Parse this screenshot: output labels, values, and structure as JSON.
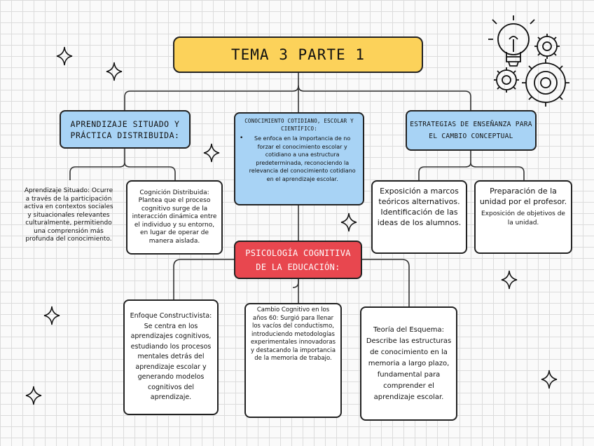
{
  "title": "TEMA 3 PARTE 1",
  "branches": {
    "left": {
      "header": "APRENDIZAJE SITUADO Y PRÁCTICA DISTRIBUIDA:",
      "children": [
        "Aprendizaje Situado: Ocurre a través de la participación activa en contextos sociales y situacionales relevantes culturalmente, permitiendo una comprensión más profunda del conocimiento.",
        "Cognición Distribuida: Plantea que el proceso cognitivo surge de la interacción dinámica entre el individuo y su entorno, en lugar de operar de manera aislada."
      ]
    },
    "center": {
      "header": "CONOCIMIENTO COTIDIANO, ESCOLAR Y CIENTÍFICO:",
      "bullet": "Se enfoca en la importancia de no forzar el conocimiento escolar y cotidiano a una estructura predeterminada, reconociendo la relevancia del conocimiento cotidiano en el aprendizaje escolar."
    },
    "right": {
      "header": "ESTRATEGIAS DE ENSEÑANZA PARA EL CAMBIO CONCEPTUAL",
      "children": [
        "Exposición a marcos teóricos alternativos. Identificación de las ideas de los alumnos.",
        {
          "main": "Preparación de la unidad por el profesor.",
          "sub": "Exposición de objetivos de la unidad."
        }
      ]
    }
  },
  "psychology": {
    "header": "PSICOLOGÍA COGNITIVA DE LA EDUCACIÓN:",
    "children": [
      "Enfoque Constructivista: Se centra en los aprendizajes cognitivos, estudiando los procesos mentales detrás del aprendizaje escolar y generando modelos cognitivos del aprendizaje.",
      "Cambio Cognitivo en los años 60: Surgió para llenar los vacíos del conductismo, introduciendo metodologías experimentales innovadoras y destacando la importancia de la memoria de trabajo.",
      "Teoría del Esquema: Describe las estructuras de conocimiento en la memoria a largo plazo, fundamental para comprender el aprendizaje escolar."
    ]
  },
  "colors": {
    "title": "#fcd25a",
    "branch": "#a8d3f5",
    "psychology": "#e8474f",
    "line": "#333333"
  },
  "icons": [
    "lightbulb-gears-icon",
    "sparkle-icon"
  ]
}
